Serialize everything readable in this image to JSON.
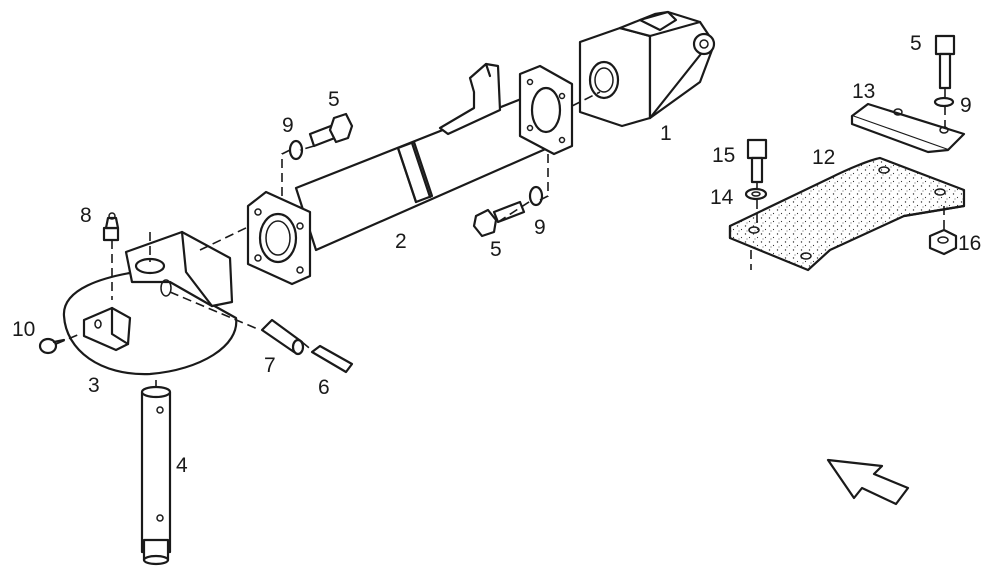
{
  "diagram": {
    "callouts": {
      "c1": "1",
      "c2": "2",
      "c3": "3",
      "c4": "4",
      "c5_top": "5",
      "c5_mid": "5",
      "c5_right": "5",
      "c6": "6",
      "c7": "7",
      "c8": "8",
      "c9_top": "9",
      "c9_mid": "9",
      "c9_right": "9",
      "c10": "10",
      "c12": "12",
      "c13": "13",
      "c14": "14",
      "c15": "15",
      "c16": "16"
    }
  }
}
